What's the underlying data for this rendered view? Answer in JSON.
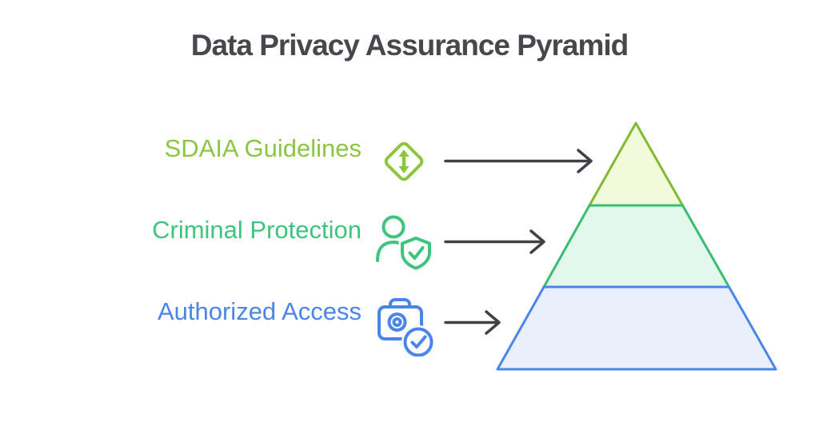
{
  "title": "Data Privacy Assurance Pyramid",
  "colors": {
    "background": "#FFFFFF",
    "title_text": "#45494E",
    "arrow": "#3F4245"
  },
  "levels": [
    {
      "label": "SDAIA Guidelines",
      "icon": "diamond-vertical-arrows-icon",
      "accent_color": "#8CC63F",
      "pyramid_stroke": "#82BB33",
      "pyramid_fill": "#F1FADA",
      "pyramid_position": "top"
    },
    {
      "label": "Criminal Protection",
      "icon": "user-shield-check-icon",
      "accent_color": "#3EC57D",
      "pyramid_stroke": "#3ABD72",
      "pyramid_fill": "#E2F8EC",
      "pyramid_position": "middle"
    },
    {
      "label": "Authorized Access",
      "icon": "camera-check-icon",
      "accent_color": "#4A86E8",
      "pyramid_stroke": "#4A86E8",
      "pyramid_fill": "#E9F0FC",
      "pyramid_position": "bottom"
    }
  ]
}
